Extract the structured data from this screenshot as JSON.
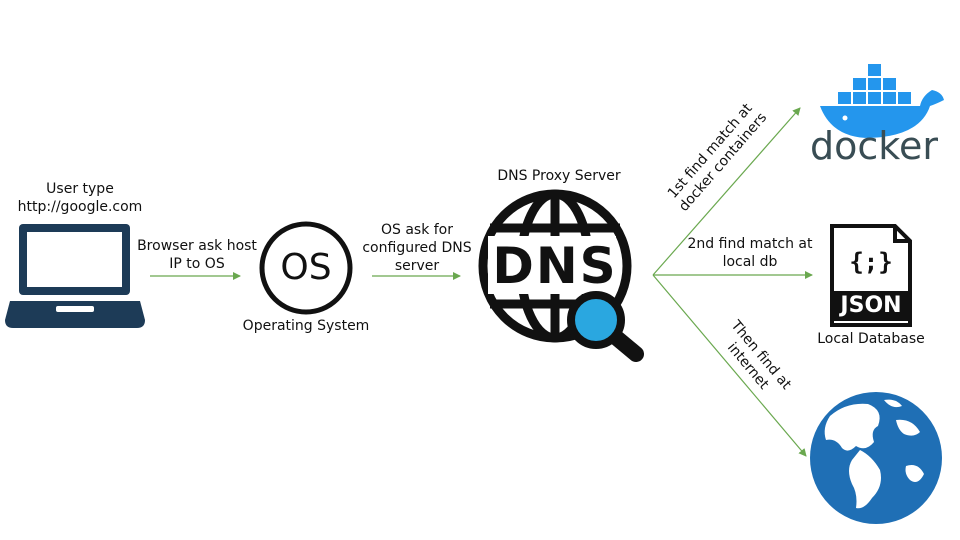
{
  "nodes": {
    "user": {
      "label_line1": "User type",
      "label_line2": "http://google.com",
      "icon": "laptop-icon"
    },
    "os": {
      "badge": "OS",
      "label": "Operating System",
      "icon": "os-circle-icon"
    },
    "dns": {
      "title": "DNS Proxy Server",
      "badge": "DNS",
      "icon": "dns-globe-search-icon"
    },
    "docker": {
      "wordmark": "docker",
      "icon": "docker-whale-icon"
    },
    "db": {
      "badge_top": "{;}",
      "badge_bottom": "JSON",
      "label": "Local Database",
      "icon": "json-file-icon"
    },
    "internet": {
      "icon": "globe-icon"
    }
  },
  "edges": {
    "browser_to_os": {
      "line1": "Browser ask host",
      "line2": "IP to OS"
    },
    "os_to_dns": {
      "line1": "OS ask for",
      "line2": "configured DNS",
      "line3": "server"
    },
    "dns_to_docker": {
      "line1": "1st find match at",
      "line2": "docker containers"
    },
    "dns_to_db": {
      "line1": "2nd find match at",
      "line2": "local db"
    },
    "dns_to_internet": {
      "line1": "Then find at",
      "line2": "internet"
    }
  },
  "colors": {
    "arrow": "#6aa84f",
    "laptop": "#1d3b57",
    "docker": "#2496ed",
    "docker_text": "#394d54",
    "globe_ocean": "#1f6fb5",
    "magnifier": "#2aa7e0"
  }
}
